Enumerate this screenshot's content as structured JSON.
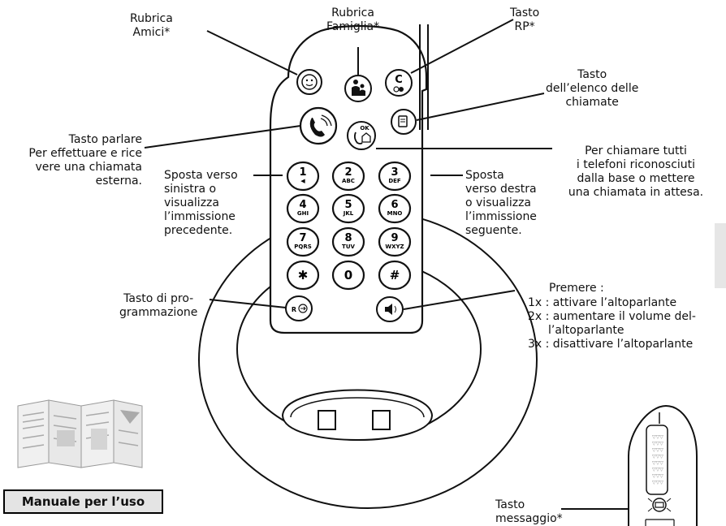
{
  "labels": {
    "rubrica_amici": [
      "Rubrica",
      "Amici*"
    ],
    "rubrica_famiglia": [
      "Rubrica",
      "Famiglia*"
    ],
    "tasto_rp": [
      "Tasto",
      "RP*"
    ],
    "elenco_chiamate": [
      "Tasto",
      "dell’elenco delle",
      "chiamate"
    ],
    "tasto_parlare": [
      "Tasto parlare",
      "Per effettuare e rice",
      "vere una chiamata",
      "esterna."
    ],
    "chiamare_tutti": [
      "Per chiamare tutti",
      "i telefoni riconosciuti",
      "dalla base o mettere",
      "una chiamata in attesa."
    ],
    "sposta_sinistra": [
      "Sposta verso",
      "sinistra o",
      "visualizza",
      "l’immissione",
      "precedente."
    ],
    "sposta_destra": [
      "Sposta",
      "verso destra",
      "o visualizza",
      "l’immissione",
      "seguente."
    ],
    "programmazione": [
      "Tasto di pro-",
      "grammazione"
    ],
    "premere_title": "Premere :",
    "premere_items": [
      "1x : attivare l’altoparlante",
      "2x : aumentare il volume del-",
      "l’altoparlante",
      "3x : disattivare l’altoparlante"
    ],
    "tasto_messaggio": [
      "Tasto",
      "messaggio*"
    ]
  },
  "keypad": [
    {
      "digit": "1",
      "sub": "◀"
    },
    {
      "digit": "2",
      "sub": "ABC"
    },
    {
      "digit": "3",
      "sub": "DEF"
    },
    {
      "digit": "4",
      "sub": "GHI"
    },
    {
      "digit": "5",
      "sub": "JKL"
    },
    {
      "digit": "6",
      "sub": "MNO"
    },
    {
      "digit": "7",
      "sub": "PQRS"
    },
    {
      "digit": "8",
      "sub": "TUV"
    },
    {
      "digit": "9",
      "sub": "WXYZ"
    },
    {
      "digit": "✱",
      "sub": ""
    },
    {
      "digit": "0",
      "sub": ""
    },
    {
      "digit": "#",
      "sub": ""
    }
  ],
  "buttons": {
    "rp_label": "C",
    "ok_label": "OK",
    "r_label": "R"
  },
  "manual": {
    "label": "Manuale per l’uso"
  }
}
